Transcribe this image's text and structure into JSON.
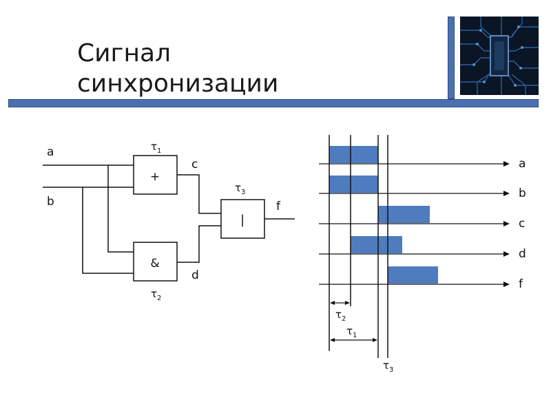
{
  "slide": {
    "title_line1": "Сигнал",
    "title_line2": "синхронизации"
  },
  "decor": {
    "photo_icon": "circuit-board-chip-photo",
    "accent_color": "#4a70b0"
  },
  "circuit": {
    "inputs": {
      "a": "a",
      "b": "b"
    },
    "gates": {
      "or": {
        "symbol": "+",
        "delay": "τ",
        "delay_sub": "1"
      },
      "and": {
        "symbol": "&",
        "delay": "τ",
        "delay_sub": "2"
      },
      "nand": {
        "symbol": "|",
        "delay": "τ",
        "delay_sub": "3"
      }
    },
    "wires": {
      "c": "c",
      "d": "d",
      "f": "f"
    }
  },
  "timing": {
    "signals": [
      "a",
      "b",
      "c",
      "d",
      "f"
    ],
    "pulse_color": "#4f7bbf",
    "tau1": {
      "base": "τ",
      "sub": "1"
    },
    "tau2": {
      "base": "τ",
      "sub": "2"
    },
    "tau3": {
      "base": "τ",
      "sub": "3"
    }
  }
}
